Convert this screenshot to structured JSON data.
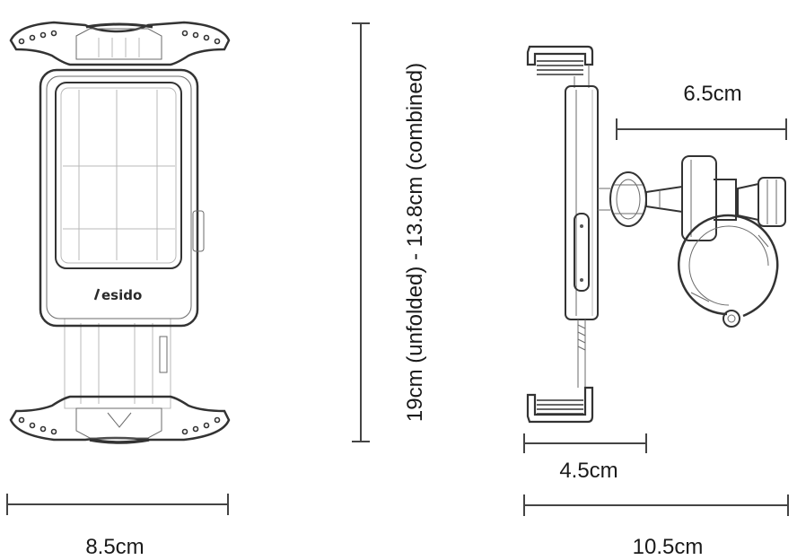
{
  "brand": {
    "logo_text": "esido"
  },
  "dimensions": {
    "front_width": "8.5cm",
    "height": "19cm (unfolded) - 13.8cm (combined)",
    "arm_length": "6.5cm",
    "clamp_depth": "4.5cm",
    "side_width": "10.5cm"
  },
  "colors": {
    "line": "#333333",
    "background": "#ffffff"
  }
}
